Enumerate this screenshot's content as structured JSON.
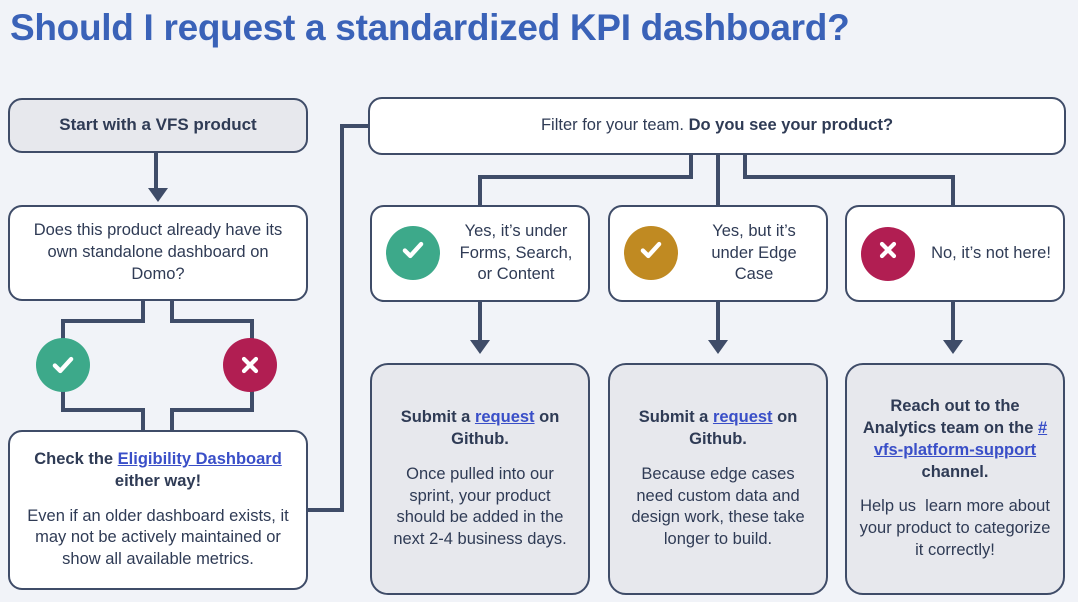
{
  "title": "Should I request a standardized KPI dashboard?",
  "colors": {
    "title_blue": "#3a62b8",
    "link_blue": "#3a4fc8",
    "border_navy": "#3f4c68",
    "text_navy": "#2f3b55",
    "page_bg": "#f1f3f8",
    "box_grey": "#e7e8ed",
    "box_white": "#ffffff",
    "check_green": "#3da98a",
    "check_gold": "#c08a22",
    "x_crimson": "#b11e52"
  },
  "left_column": {
    "start": {
      "label": "Start with a VFS product"
    },
    "question": {
      "label": "Does this product already have its own standalone dashboard on Domo?"
    },
    "yes_badge": {
      "icon": "check-icon",
      "color": "#3da98a"
    },
    "no_badge": {
      "icon": "x-icon",
      "color": "#b11e52"
    },
    "advice": {
      "heading_before_link": "Check the ",
      "heading_link": "Eligibility Dashboard",
      "heading_after_link": " either way!",
      "body": "Even if an older dashboard exists, it may not be actively maintained or show all available metrics."
    }
  },
  "filter_bar": {
    "text_regular": "Filter for your team. ",
    "text_bold": "Do you see your product?"
  },
  "options": [
    {
      "id": "forms-search-content",
      "icon": "check-icon",
      "icon_color": "#3da98a",
      "label": "Yes, it’s under Forms, Search, or Content"
    },
    {
      "id": "edge-case",
      "icon": "check-icon",
      "icon_color": "#c08a22",
      "label": "Yes, but it’s under Edge Case"
    },
    {
      "id": "not-here",
      "icon": "x-icon",
      "icon_color": "#b11e52",
      "label": "No, it’s not here!"
    }
  ],
  "outcomes": [
    {
      "id": "github-request-standard",
      "heading_before_link": "Submit a ",
      "heading_link": "request",
      "heading_after_link": " on Github.",
      "body": "Once pulled into our sprint, your product should be added in the next 2-4 business days."
    },
    {
      "id": "github-request-edge-case",
      "heading_before_link": "Submit a ",
      "heading_link": "request",
      "heading_after_link": " on Github.",
      "body": "Because edge cases need custom data and design work, these take longer to build."
    },
    {
      "id": "slack-analytics-team",
      "heading_before_link": "Reach out to the Analytics team on the ",
      "heading_link": "#vfs-platform-support",
      "heading_after_link": " channel.",
      "body": "Help us  learn more about your product to categorize it correctly!"
    }
  ]
}
